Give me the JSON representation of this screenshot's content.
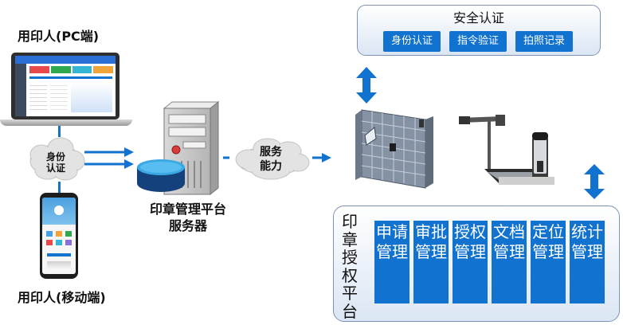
{
  "labels": {
    "pc_user": "用印人(PC端)",
    "mobile_user": "用印人(移动端)",
    "identity_cloud": [
      "身份",
      "认证"
    ],
    "service_cloud": [
      "服务",
      "能力"
    ],
    "server": [
      "印章管理平台",
      "服务器"
    ]
  },
  "security_panel": {
    "title": "安全认证",
    "items": [
      "身份认证",
      "指令验证",
      "拍照记录"
    ]
  },
  "authorization_panel": {
    "title": "印章授权平台",
    "modules": [
      "申请管理",
      "审批管理",
      "授权管理",
      "文档管理",
      "定位管理",
      "统计管理"
    ]
  },
  "colors": {
    "accent": "#1172cf",
    "panel_border": "#7f93b3",
    "panel_fill": "#dbe6f4"
  },
  "icons": [
    "laptop-icon",
    "smartphone-icon",
    "server-icon",
    "database-icon",
    "seal-cabinet-icon",
    "seal-machine-icon",
    "cloud-icon",
    "arrow-icon"
  ]
}
